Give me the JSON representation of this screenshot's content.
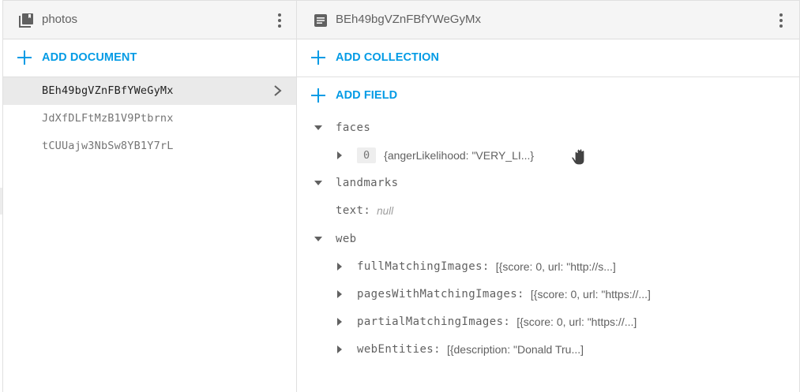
{
  "collection_panel": {
    "title": "photos",
    "icon": "collection-icon",
    "menu_icon": "more-vert-icon",
    "add_document_label": "ADD DOCUMENT",
    "documents": [
      {
        "id": "BEh49bgVZnFBfYWeGyMx",
        "selected": true
      },
      {
        "id": "JdXfDLFtMzB1V9Ptbrnx",
        "selected": false
      },
      {
        "id": "tCUUajw3NbSw8YB1Y7rL",
        "selected": false
      }
    ]
  },
  "document_panel": {
    "title": "BEh49bgVZnFBfYWeGyMx",
    "icon": "document-icon",
    "menu_icon": "more-vert-icon",
    "add_collection_label": "ADD COLLECTION",
    "add_field_label": "ADD FIELD",
    "fields": {
      "faces": {
        "key": "faces",
        "expanded": true,
        "items": [
          {
            "index": "0",
            "preview": "{angerLikelihood: \"VERY_LI...}"
          }
        ]
      },
      "landmarks": {
        "key": "landmarks",
        "expanded": true,
        "children": [
          {
            "key": "text:",
            "value": "null"
          }
        ]
      },
      "web": {
        "key": "web",
        "expanded": true,
        "children": [
          {
            "key": "fullMatchingImages:",
            "value": "[{score: 0, url: \"http://s...]"
          },
          {
            "key": "pagesWithMatchingImages:",
            "value": "[{score: 0, url: \"https://...]"
          },
          {
            "key": "partialMatchingImages:",
            "value": "[{score: 0, url: \"https://...]"
          },
          {
            "key": "webEntities:",
            "value": "[{description: \"Donald Tru...]"
          }
        ]
      }
    }
  },
  "colors": {
    "accent": "#039be5",
    "header_bg": "#f5f5f5",
    "selected_bg": "#eaeaea",
    "text": "#616161",
    "border": "#e0e0e0"
  },
  "cursor": "grab-hand-icon"
}
